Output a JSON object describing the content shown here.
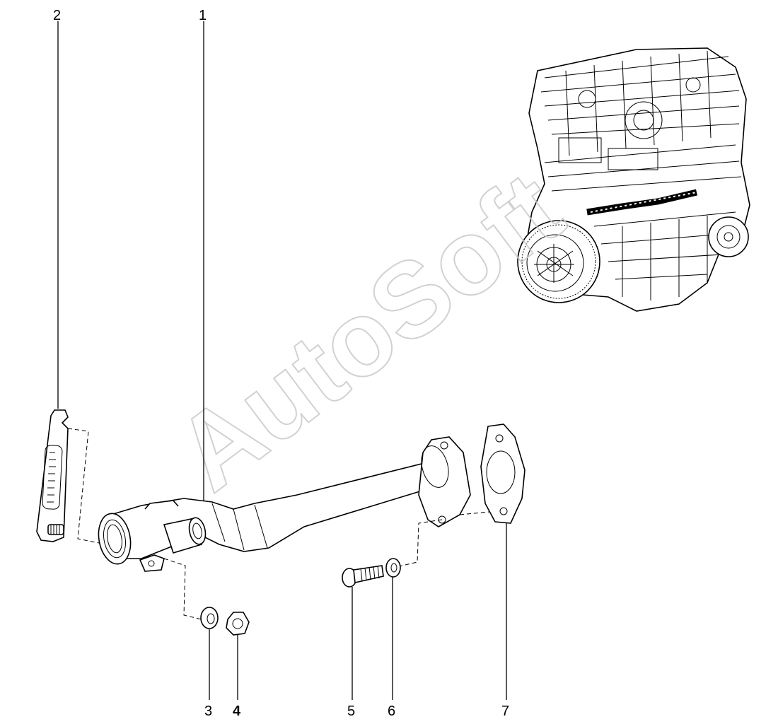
{
  "watermark": "AutoSoft",
  "callouts": [
    {
      "id": "1",
      "label": "1"
    },
    {
      "id": "2",
      "label": "2"
    },
    {
      "id": "3",
      "label": "3"
    },
    {
      "id": "4",
      "label": "4"
    },
    {
      "id": "5",
      "label": "5"
    },
    {
      "id": "6",
      "label": "6"
    },
    {
      "id": "7",
      "label": "7"
    }
  ],
  "colors": {
    "ink": "#000000",
    "watermark": "#c9c9c9",
    "background": "#ffffff"
  }
}
